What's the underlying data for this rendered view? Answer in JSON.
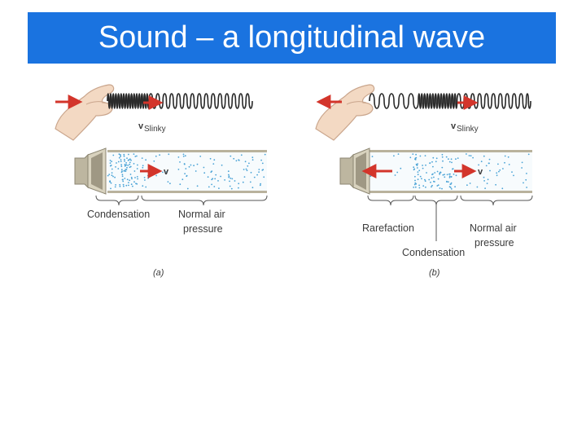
{
  "slide": {
    "title": "Sound – a longitudinal wave"
  },
  "panel_a": {
    "v_slinky_v": "v",
    "v_slinky_sub": "Slinky",
    "v_air": "v",
    "label_condensation": "Condensation",
    "label_normal_1": "Normal air",
    "label_normal_2": "pressure",
    "caption": "(a)"
  },
  "panel_b": {
    "v_slinky_v": "v",
    "v_slinky_sub": "Slinky",
    "v_air": "v",
    "label_rarefaction": "Rarefaction",
    "label_condensation": "Condensation",
    "label_normal_1": "Normal air",
    "label_normal_2": "pressure",
    "caption": "(b)"
  },
  "colors": {
    "title_bg": "#1a73e0",
    "arrow": "#d3352b",
    "dots": "#4aa3d6",
    "tube": "#b9b29d",
    "skin": "#f3d9c3"
  },
  "icons": [
    "hand-icon",
    "slinky-icon",
    "speaker-icon",
    "arrow-icon"
  ]
}
